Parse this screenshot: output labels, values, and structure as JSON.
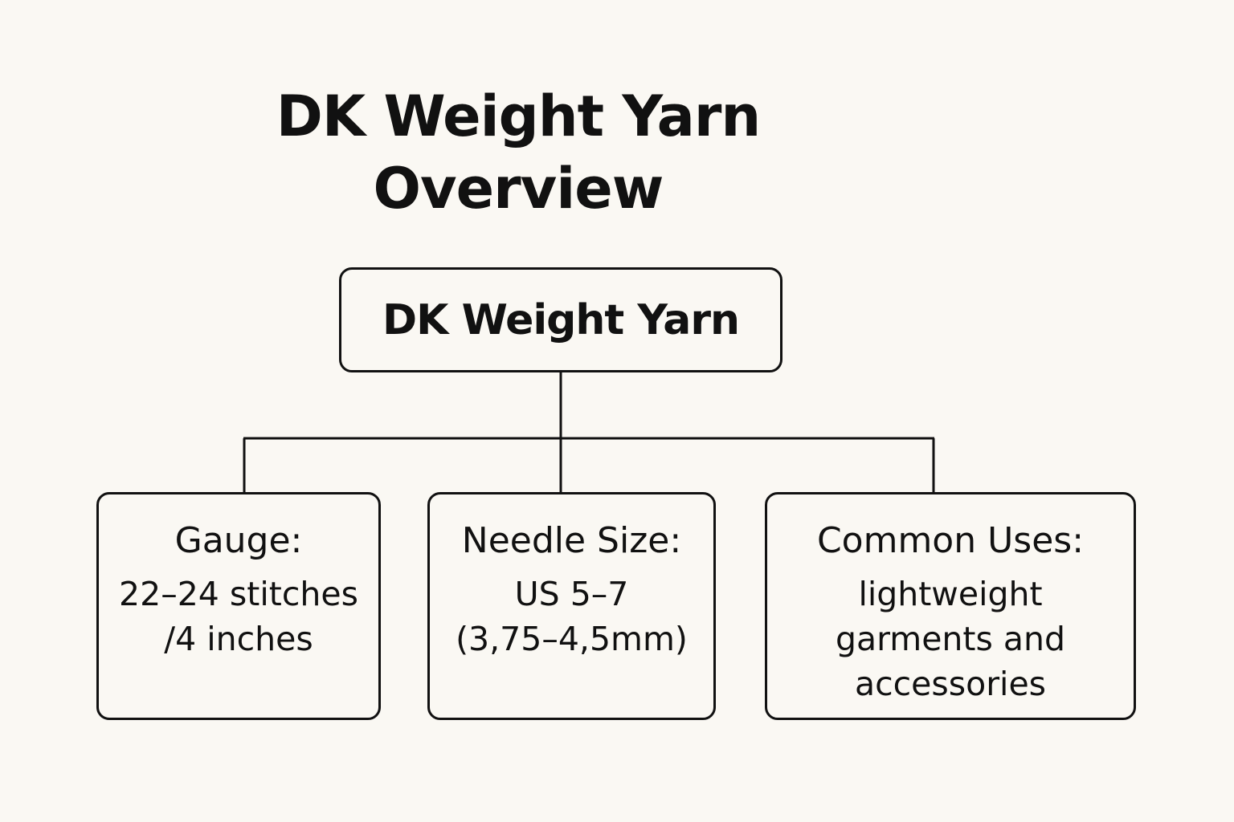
{
  "title": {
    "line1": "DK Weight Yarn",
    "line2": "Overview"
  },
  "root": {
    "label": "DK Weight Yarn"
  },
  "children": [
    {
      "heading": "Gauge:",
      "lines": [
        "22–24 stitches",
        "/4 inches"
      ]
    },
    {
      "heading": "Needle Size:",
      "lines": [
        "US 5–7",
        "(3,75–4,5mm)"
      ]
    },
    {
      "heading": "Common Uses:",
      "lines": [
        "lightweight",
        "garments and",
        "accessories"
      ]
    }
  ],
  "colors": {
    "background": "#faf8f3",
    "stroke": "#111111"
  }
}
